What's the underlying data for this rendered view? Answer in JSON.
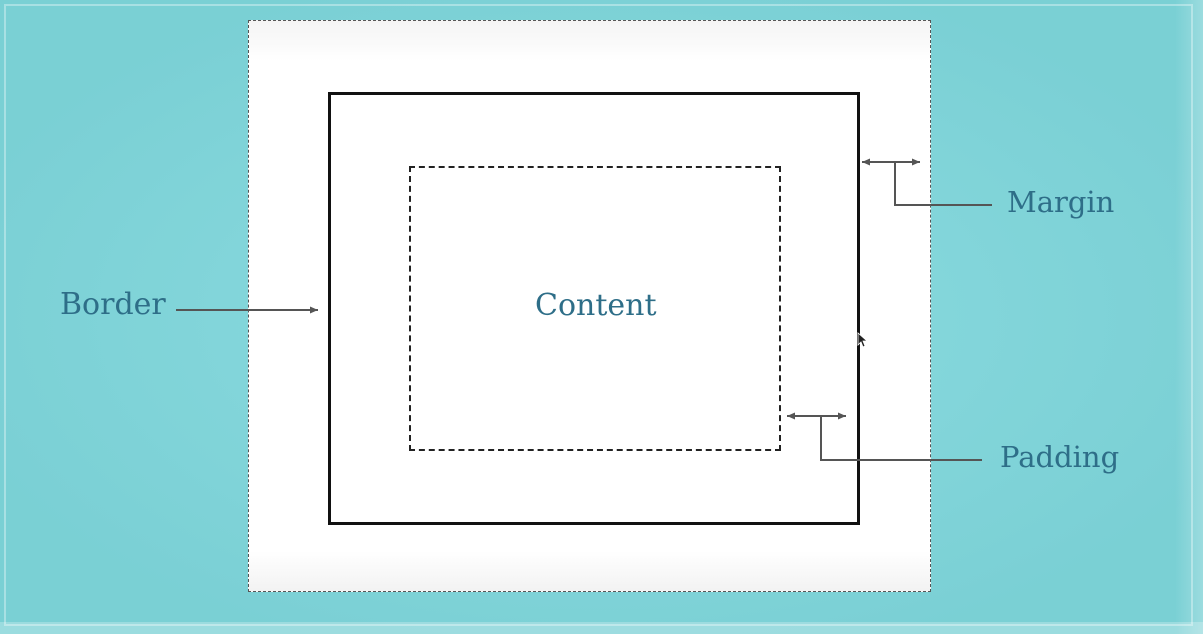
{
  "diagram": {
    "labels": {
      "content": "Content",
      "border": "Border",
      "margin": "Margin",
      "padding": "Padding"
    },
    "colors": {
      "background": "#7fd8dd",
      "label_text": "#2e6e88",
      "box_stroke": "#111111",
      "arrow": "#555555"
    }
  }
}
